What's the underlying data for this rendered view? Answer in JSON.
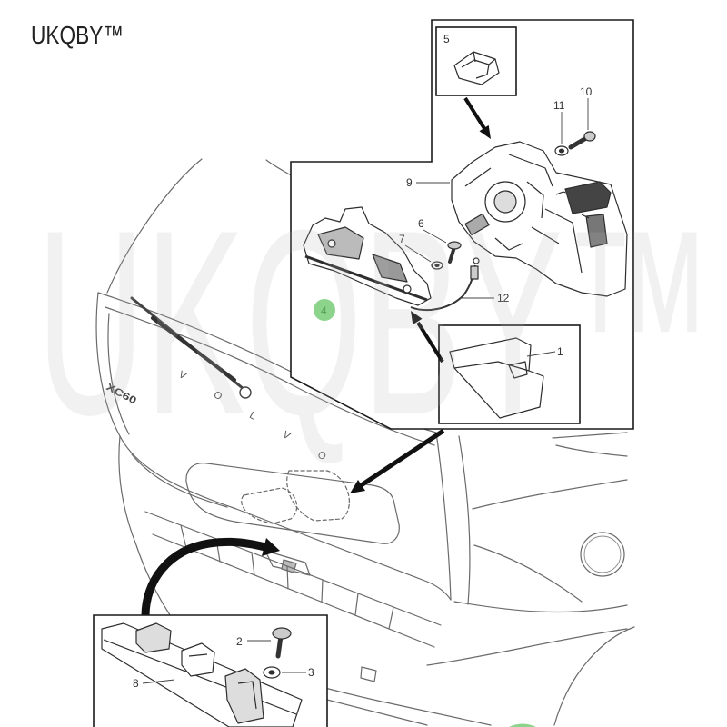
{
  "brand": "UKQBY™",
  "watermark": "UKQBY™",
  "car": {
    "model_badge": "XC60",
    "tailgate_logo": "VOLVO"
  },
  "callouts": [
    "5",
    "11",
    "10",
    "9",
    "6",
    "7",
    "4",
    "12",
    "1",
    "2",
    "3",
    "8"
  ],
  "colors": {
    "marker": "#8cd48c",
    "line": "#6a6a6a",
    "arrow": "#111111"
  }
}
